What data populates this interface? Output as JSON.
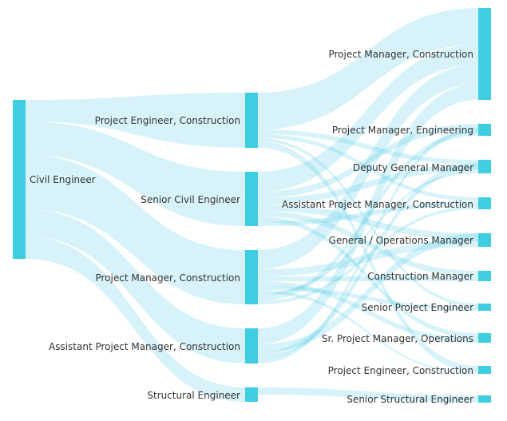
{
  "colors": {
    "node": "#3fcde2",
    "link": "#39c3df",
    "text": "#333333"
  },
  "diagram": {
    "type": "sankey",
    "columns": [
      {
        "nodes": [
          {
            "id": "ce",
            "label": "Civil Engineer"
          }
        ]
      },
      {
        "nodes": [
          {
            "id": "pec1",
            "label": "Project Engineer, Construction"
          },
          {
            "id": "sce",
            "label": "Senior Civil Engineer"
          },
          {
            "id": "pmc1",
            "label": "Project Manager, Construction"
          },
          {
            "id": "apmc1",
            "label": "Assistant Project Manager, Construction"
          },
          {
            "id": "se",
            "label": "Structural Engineer"
          }
        ]
      },
      {
        "nodes": [
          {
            "id": "pmc2",
            "label": "Project Manager, Construction"
          },
          {
            "id": "pme",
            "label": "Project Manager, Engineering"
          },
          {
            "id": "dgm",
            "label": "Deputy General Manager"
          },
          {
            "id": "apmc2",
            "label": "Assistant Project Manager, Construction"
          },
          {
            "id": "gom",
            "label": "General / Operations Manager"
          },
          {
            "id": "cm",
            "label": "Construction Manager"
          },
          {
            "id": "spe",
            "label": "Senior Project Engineer"
          },
          {
            "id": "spmo",
            "label": "Sr. Project Manager, Operations"
          },
          {
            "id": "pec2",
            "label": "Project Engineer, Construction"
          },
          {
            "id": "sse",
            "label": "Senior Structural Engineer"
          }
        ]
      }
    ]
  }
}
